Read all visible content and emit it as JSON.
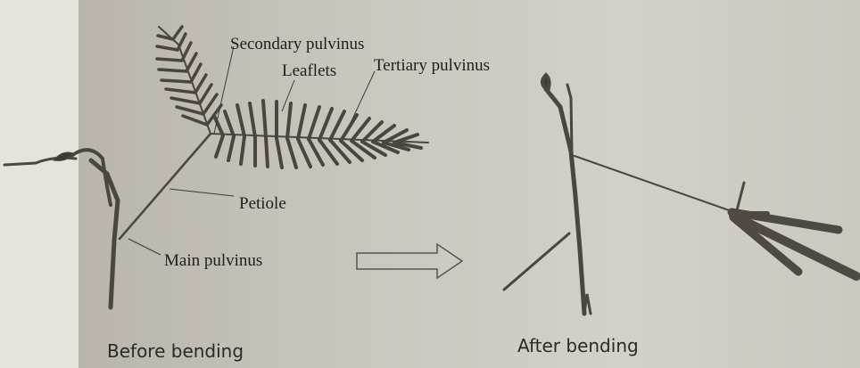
{
  "labels": {
    "secondary_pulvinus": "Secondary pulvinus",
    "leaflets": "Leaflets",
    "tertiary_pulvinus": "Tertiary pulvinus",
    "petiole": "Petiole",
    "main_pulvinus": "Main pulvinus"
  },
  "captions": {
    "before": "Before bending",
    "after": "After bending"
  }
}
